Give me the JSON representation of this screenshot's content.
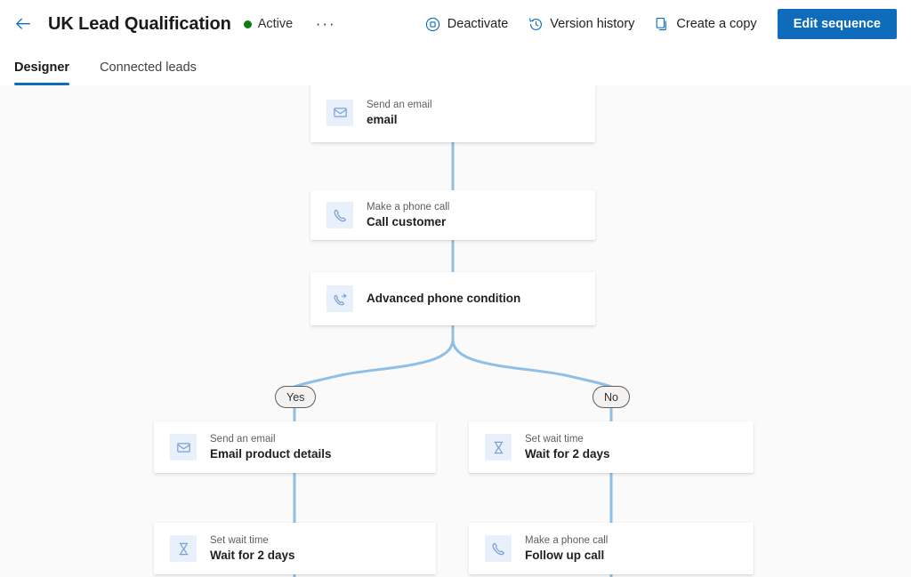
{
  "commandbar": {
    "back_icon": "arrow-left-icon",
    "title": "UK Lead Qualification",
    "status": {
      "label": "Active",
      "color": "#107c10"
    },
    "overflow_label": "···",
    "actions": [
      {
        "icon": "deactivate-icon",
        "label": "Deactivate"
      },
      {
        "icon": "version-history-icon",
        "label": "Version history"
      },
      {
        "icon": "copy-icon",
        "label": "Create a copy"
      }
    ],
    "primary_action": {
      "label": "Edit sequence",
      "color": "#0f6cbd"
    }
  },
  "tabs": [
    {
      "label": "Designer",
      "active": true
    },
    {
      "label": "Connected leads",
      "active": false
    }
  ],
  "canvas": {
    "background": "#fafafa",
    "edge_color": "#8ebfe6",
    "nodes": [
      {
        "id": "send-email-top",
        "subtitle": "Send an email",
        "title": "email",
        "icon": "email-icon"
      },
      {
        "id": "call-customer",
        "subtitle": "Make a phone call",
        "title": "Call customer",
        "icon": "phone-icon"
      },
      {
        "id": "phone-condition",
        "subtitle": "",
        "title": "Advanced phone condition",
        "icon": "phone-condition-icon"
      },
      {
        "id": "email-product",
        "subtitle": "Send an email",
        "title": "Email product details",
        "icon": "email-icon"
      },
      {
        "id": "wait-left",
        "subtitle": "Set wait time",
        "title": "Wait for 2 days",
        "icon": "hourglass-icon"
      },
      {
        "id": "wait-right",
        "subtitle": "Set wait time",
        "title": "Wait for 2 days",
        "icon": "hourglass-icon"
      },
      {
        "id": "follow-up-call",
        "subtitle": "Make a phone call",
        "title": "Follow up call",
        "icon": "phone-icon"
      }
    ],
    "branches": [
      {
        "id": "branch-yes",
        "label": "Yes"
      },
      {
        "id": "branch-no",
        "label": "No"
      }
    ]
  }
}
